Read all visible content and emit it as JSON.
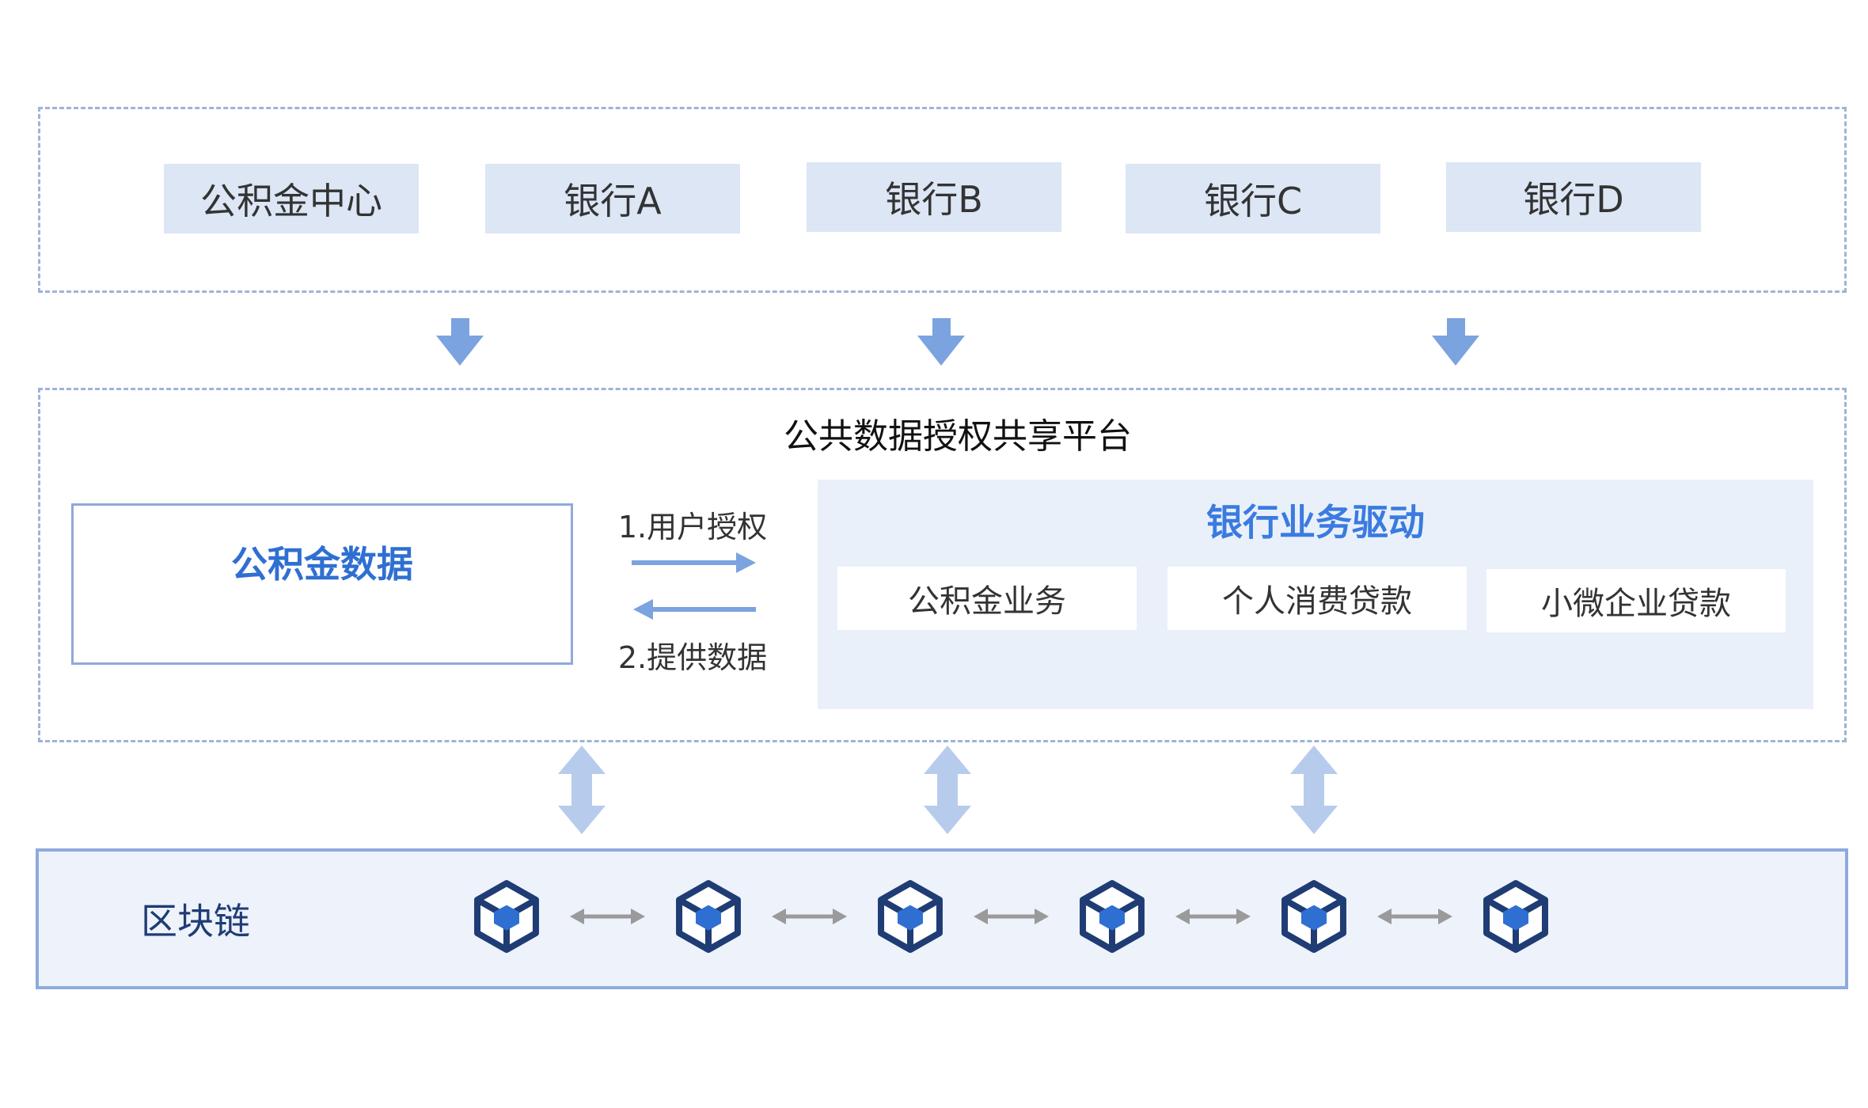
{
  "top_nodes": [
    "公积金中心",
    "银行A",
    "银行B",
    "银行C",
    "银行D"
  ],
  "platform": {
    "title": "公共数据授权共享平台",
    "data_box_label": "公积金数据",
    "flow_forward": "1.用户授权",
    "flow_back": "2.提供数据",
    "bank": {
      "title": "银行业务驱动",
      "items": [
        "公积金业务",
        "个人消费贷款",
        "小微企业贷款"
      ]
    }
  },
  "chain": {
    "label": "区块链",
    "block_icon": "cube-icon",
    "block_count": 6
  },
  "colors": {
    "dash_border": "#9db4d6",
    "node_fill": "#dce6f5",
    "arrow_blue": "#7ba3df",
    "arrow_light": "#b7ccec",
    "accent_text": "#2f6fd1",
    "cube_dark": "#1f3c74",
    "cube_accent": "#2f6fd1",
    "link_gray": "#9a9a9a"
  }
}
